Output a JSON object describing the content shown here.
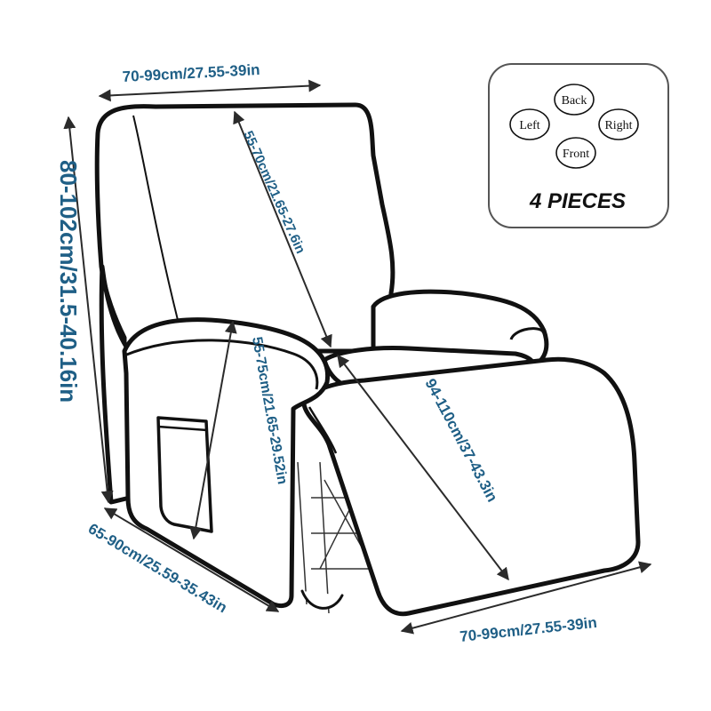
{
  "dimensions": {
    "top_width": "70-99cm/27.55-39in",
    "height": "80-102cm/31.5-40.16in",
    "backrest": "55-70cm/21.65-27.6in",
    "armrest": "55-75cm/21.65-29.52in",
    "footrest": "94-110cm/37-43.3in",
    "depth": "65-90cm/25.59-35.43in",
    "bottom_width": "70-99cm/27.55-39in"
  },
  "pieces_box": {
    "labels": {
      "back": "Back",
      "left": "Left",
      "right": "Right",
      "front": "Front"
    },
    "count_label": "4 PIECES"
  },
  "colors": {
    "dimension_text": "#1f5f86",
    "outline": "#111111"
  }
}
